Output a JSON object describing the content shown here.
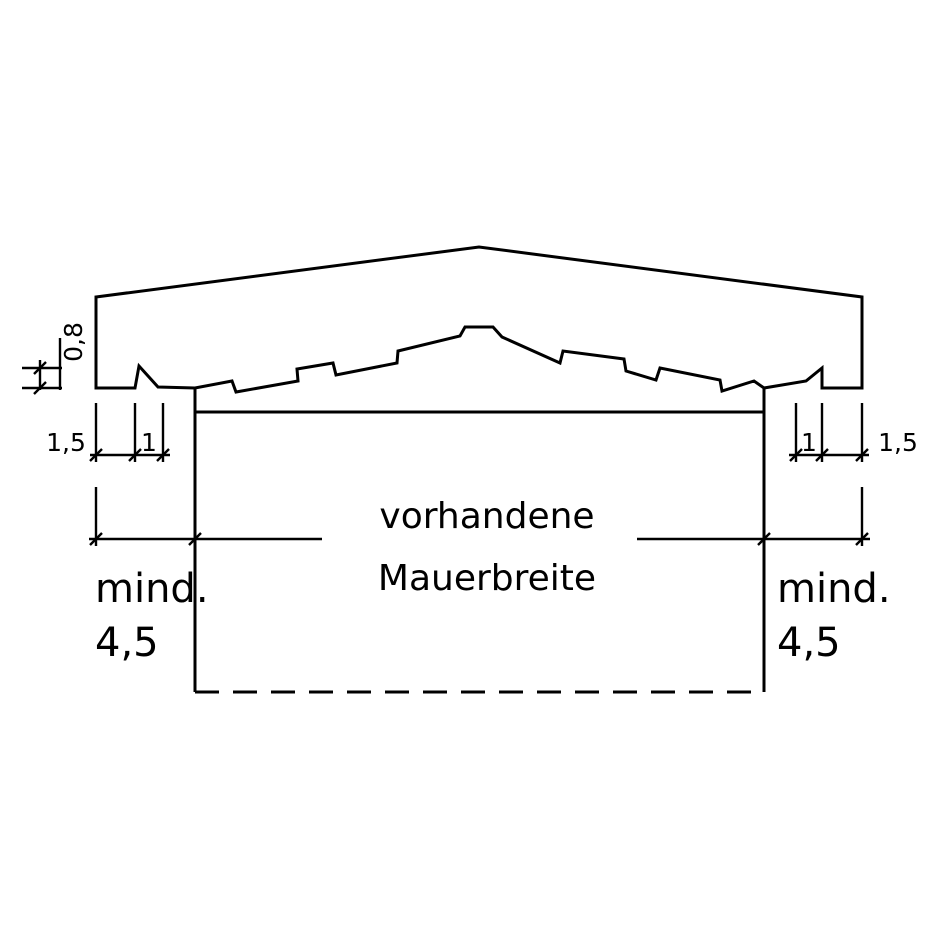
{
  "colors": {
    "line": "#000000",
    "background": "#ffffff"
  },
  "labels": {
    "top_height": "0,8",
    "left_offset": "1,5",
    "left_offset_inner": "1",
    "right_offset": "1,5",
    "right_offset_inner": "1",
    "left_min": "mind.",
    "left_min_value": "4,5",
    "right_min": "mind.",
    "right_min_value": "4,5",
    "wall_width_line1": "vorhandene",
    "wall_width_line2": "Mauerbreite"
  }
}
